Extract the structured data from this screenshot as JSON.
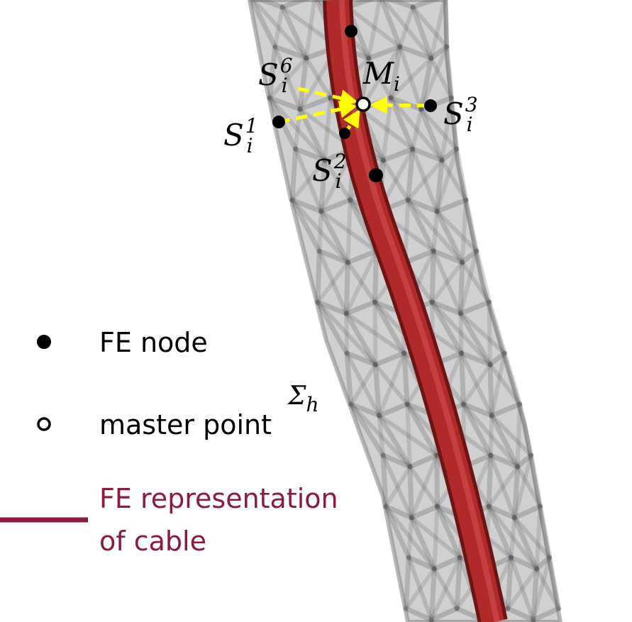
{
  "labels": {
    "m_base": "M",
    "m_sub": "i",
    "s_base": "S",
    "s_sub": "i",
    "s6_sup": "6",
    "s1_sup": "1",
    "s2_sup": "2",
    "s3_sup": "3",
    "sigma_base": "Σ",
    "sigma_sub": "h"
  },
  "legend": {
    "fe_node": "FE node",
    "master_point": "master point",
    "cable_line1": "FE representation",
    "cable_line2": "of cable"
  },
  "colors": {
    "cable": "#b02a2a",
    "cable_legend": "#8b1a3c",
    "mesh_fill": "#c8c8c8",
    "mesh_edge": "#555555",
    "arrow": "#ffff00",
    "node": "#000000",
    "master_fill": "#ffffff"
  }
}
